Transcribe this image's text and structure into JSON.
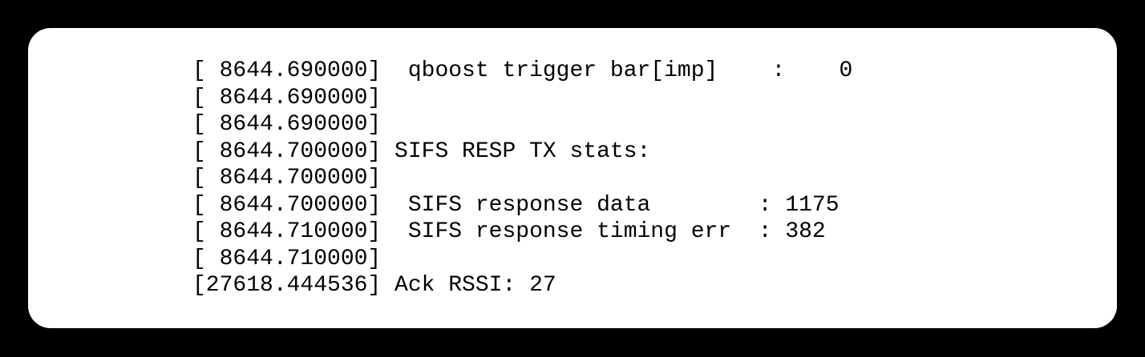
{
  "card": {
    "background_color": "#ffffff",
    "page_background_color": "#000000",
    "text_color": "#000000",
    "corner_radius": "28px"
  },
  "console": {
    "title": "kernel log output",
    "lines": [
      {
        "id": "line-1",
        "text": "[ 8644.690000]  qboost trigger bar[imp]    :    0",
        "timestamp": "8644.690000",
        "message": "qboost trigger bar[imp]",
        "value": "0"
      },
      {
        "id": "line-2",
        "text": "[ 8644.690000]",
        "timestamp": "8644.690000",
        "message": "",
        "value": ""
      },
      {
        "id": "line-3",
        "text": "[ 8644.690000]",
        "timestamp": "8644.690000",
        "message": "",
        "value": ""
      },
      {
        "id": "line-4",
        "text": "[ 8644.700000] SIFS RESP TX stats:",
        "timestamp": "8644.700000",
        "message": "SIFS RESP TX stats:",
        "value": ""
      },
      {
        "id": "line-5",
        "text": "[ 8644.700000]",
        "timestamp": "8644.700000",
        "message": "",
        "value": ""
      },
      {
        "id": "line-6",
        "text": "[ 8644.700000]  SIFS response data        : 1175",
        "timestamp": "8644.700000",
        "message": "SIFS response data",
        "value": "1175"
      },
      {
        "id": "line-7",
        "text": "[ 8644.710000]  SIFS response timing err  : 382",
        "timestamp": "8644.710000",
        "message": "SIFS response timing err",
        "value": "382"
      },
      {
        "id": "line-8",
        "text": "[ 8644.710000]",
        "timestamp": "8644.710000",
        "message": "",
        "value": ""
      },
      {
        "id": "line-9",
        "text": "[27618.444536] Ack RSSI: 27",
        "timestamp": "27618.444536",
        "message": "Ack RSSI: 27",
        "value": "27"
      }
    ]
  }
}
